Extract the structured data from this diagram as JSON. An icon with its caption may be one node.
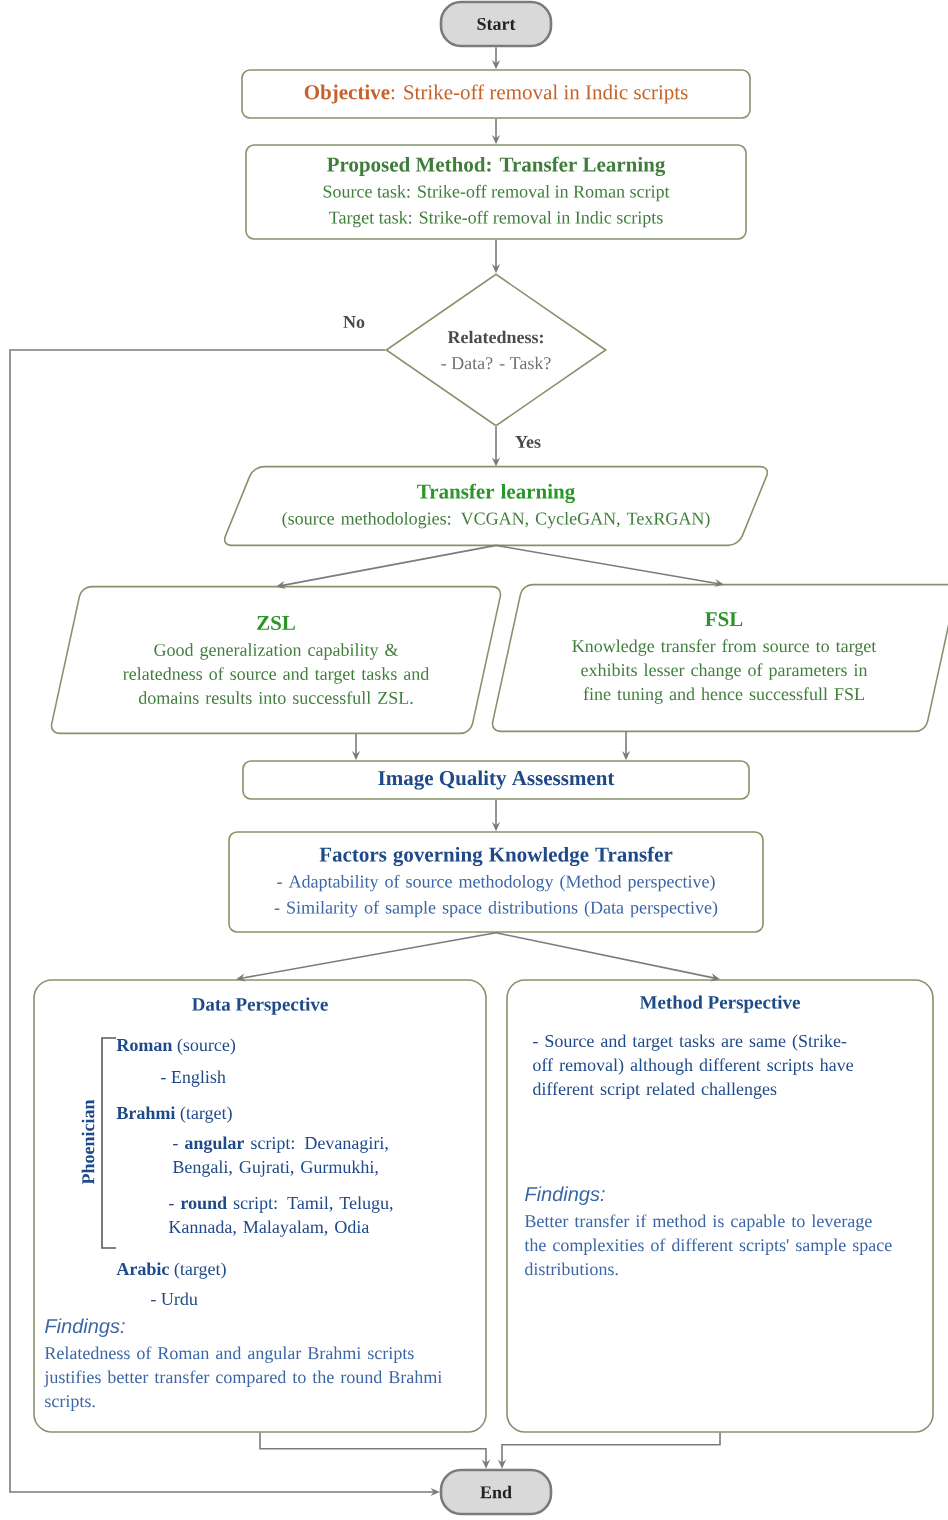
{
  "diagram": {
    "nodes": [
      {
        "text": [
          "Start"
        ]
      },
      {
        "text": [
          "**Objective**: Strike-off removal in Indic scripts"
        ]
      },
      {
        "text": [
          "Proposed Method: Transfer Learning",
          "Source task: Strike-off removal in Roman script",
          "Target task: Strike-off removal in Indic scripts"
        ]
      },
      {
        "text": [
          "**Relatedness**:",
          "- Data? - Task?"
        ]
      },
      {
        "text": [
          "Transfer learning",
          "(source methodologies: VCGAN, CycleGAN, TexRGAN)"
        ]
      },
      {
        "text": [
          "ZSL",
          "Good generalization capability & relatedness of source and target tasks and domains results into successfull ZSL."
        ]
      },
      {
        "text": [
          "FSL",
          "Knowledge transfer from source to target exhibits lesser change of parameters in fine tuning and hence successfull FSL"
        ]
      },
      {
        "text": [
          "Image Quality Assessment"
        ]
      },
      {
        "text": [
          "Factors governing Knowledge Transfer",
          "- Adaptability of source methodology (Method perspective)",
          "- Similarity of sample space distributions (Data perspective)"
        ]
      },
      {
        "text": [
          "Data Perspective",
          "Phoenician",
          "**Roman** (source)",
          "- English",
          "**Brahmi** (target)",
          "- **angular** script: Devanagiri, Bengali, Gujrati, Gurmukhi,",
          "- **round** script: Tamil, Telugu, Kannada, Malayalam, Odia",
          "**Arabic** (target)",
          "- Urdu",
          "Findings:",
          "Relatedness of Roman and angular Brahmi scripts justifies better transfer compared to the round Brahmi scripts."
        ]
      },
      {
        "text": [
          "Method Perspective",
          "- Source and target tasks are same (Strike-off removal) although different scripts have different script related challenges",
          "Findings:",
          "Better transfer if method is capable to leverage the complexities of different scripts' sample space distributions."
        ]
      },
      {
        "text": [
          "End"
        ]
      }
    ],
    "edges": [
      {
        "from": 0,
        "to": 1,
        "arrow": "to"
      },
      {
        "from": 1,
        "to": 2,
        "arrow": "to"
      },
      {
        "from": 2,
        "to": 3,
        "arrow": "to"
      },
      {
        "from": 3,
        "to": 4,
        "arrow": "to",
        "label": "Yes"
      },
      {
        "from": 3,
        "to": 11,
        "arrow": "to",
        "label": "No"
      },
      {
        "from": 4,
        "to": 5,
        "arrow": "to"
      },
      {
        "from": 4,
        "to": 6,
        "arrow": "to"
      },
      {
        "from": 5,
        "to": 7,
        "arrow": "to"
      },
      {
        "from": 6,
        "to": 7,
        "arrow": "to"
      },
      {
        "from": 7,
        "to": 8,
        "arrow": "to"
      },
      {
        "from": 8,
        "to": 9,
        "arrow": "to"
      },
      {
        "from": 8,
        "to": 10,
        "arrow": "to"
      },
      {
        "from": 9,
        "to": 11,
        "arrow": "to"
      },
      {
        "from": 10,
        "to": 11,
        "arrow": "to"
      }
    ]
  }
}
